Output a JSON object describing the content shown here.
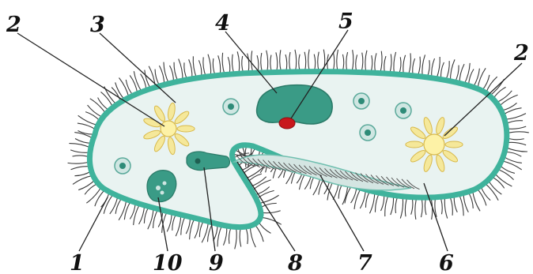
{
  "diagram": {
    "labels": [
      "1",
      "2",
      "2",
      "3",
      "4",
      "5",
      "6",
      "7",
      "8",
      "9",
      "10"
    ]
  },
  "colors": {
    "cytoplasm": "#e9f3f1",
    "membrane": "#3fb39c",
    "nucleus": "#3a9b86",
    "micronucleus": "#c8171c",
    "vacuole_ray": "#f5e89a",
    "vacuole_center": "#fdf2a6",
    "cilia": "#3a3a3a"
  }
}
